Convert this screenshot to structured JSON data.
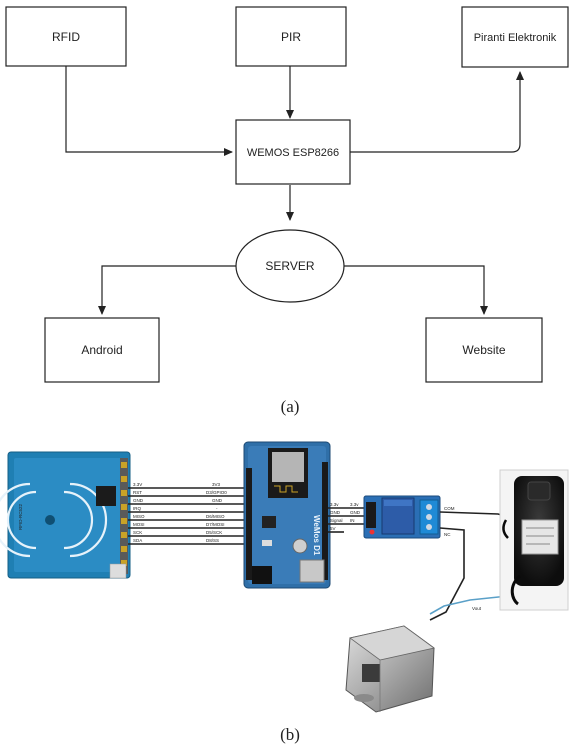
{
  "diagram_a": {
    "nodes": {
      "rfid": "RFID",
      "pir": "PIR",
      "piranti": "Piranti Elektronik",
      "wemos": "WEMOS ESP8266",
      "server": "SERVER",
      "android": "Android",
      "website": "Website"
    },
    "caption": "(a)"
  },
  "diagram_b": {
    "rfid_module_text": "RFID-RC522",
    "board_logo": "WeMos D1",
    "rfid_pins": [
      "3.3V",
      "RST",
      "GND",
      "IRQ",
      "MISO",
      "MOSI",
      "SCK",
      "SDA"
    ],
    "wemos_pins": [
      "3V3",
      "D3/GPIO0",
      "GND",
      "-",
      "D6/MISO",
      "D7/MOSI",
      "D5/SCK",
      "D8/SS"
    ],
    "relay_in_labels": [
      "3.3v",
      "GND",
      "Signal",
      "5V"
    ],
    "relay_pins": [
      "3.3v",
      "GND",
      "IN"
    ],
    "relay_out_labels": [
      "COM",
      "NC"
    ],
    "power_label": "Vout",
    "caption": "(b)"
  }
}
